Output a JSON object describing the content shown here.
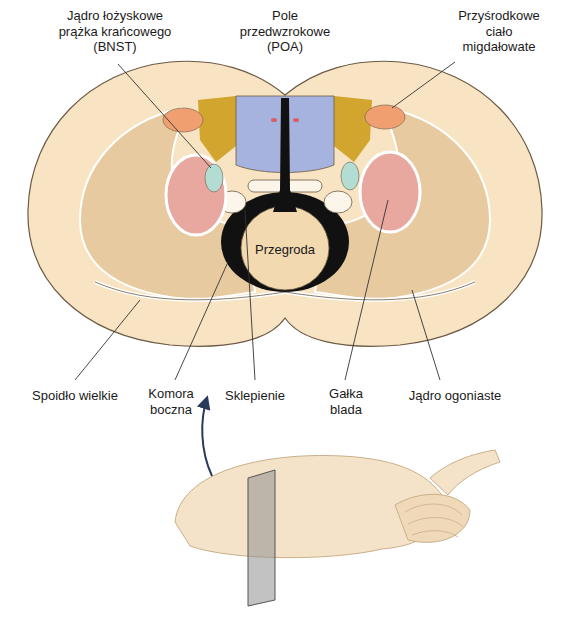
{
  "diagram": {
    "labels": [
      "Jądro łożyskowe prążka krańcowego (BNST)",
      "Pole przedwzrokowe (POA)",
      "Przyśrodkowe ciało migdałowate",
      "Przegroda",
      "Spoidło wielkie",
      "Komora boczna",
      "Sklepienie",
      "Gałka blada",
      "Jądro ogoniaste"
    ]
  }
}
